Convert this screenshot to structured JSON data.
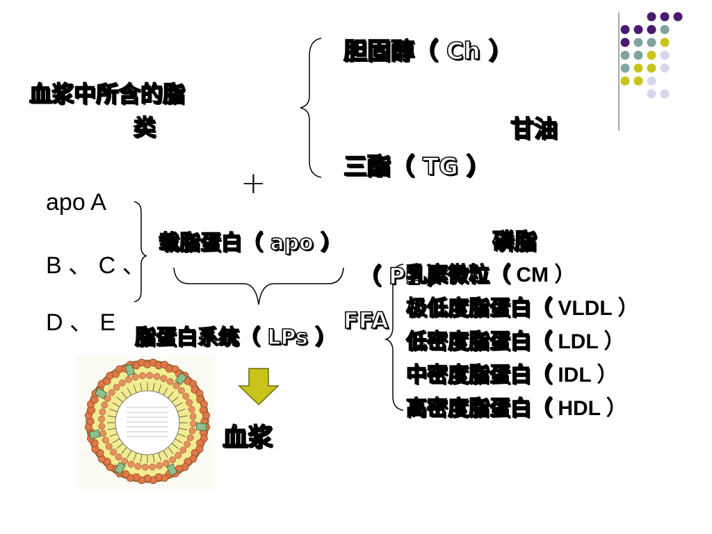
{
  "lipids_title": "血浆中所含的脂类",
  "lipids_title_line1": "血浆中所含的脂",
  "lipids_title_line2": "类",
  "cholesterol": "胆固醇（ Ch ）",
  "glycerol": "甘油",
  "triglyceride": "三酯（ TG ）",
  "phospholipid": "磷脂",
  "pl": "（ PL ）",
  "ffa": "FFA",
  "plus": "+",
  "apo_list": [
    "apo A",
    "B 、 C 、",
    "D 、 E"
  ],
  "apolipoprotein": "载脂蛋白（ apo ）",
  "lipoprotein_system": "脂蛋白系统（ LPs ）",
  "plasma": "血浆",
  "lipoprotein_classes": [
    {
      "name": "乳糜微粒（",
      "abbr": " CM ）"
    },
    {
      "name": "极低度脂蛋白（",
      "abbr": " VLDL ）"
    },
    {
      "name": "低密度脂蛋白（",
      "abbr": " LDL ）"
    },
    {
      "name": "中密度脂蛋白（",
      "abbr": " IDL ）"
    },
    {
      "name": "高密度脂蛋白（",
      "abbr": " HDL ）"
    }
  ],
  "colors": {
    "purple": "#4b1a6e",
    "teal": "#7fa3a0",
    "olive": "#c8c41a",
    "lavender": "#d8d6ea",
    "arrow": "#c8c41a",
    "particle_shell": "#e8a070",
    "particle_core": "#f2ec90"
  }
}
